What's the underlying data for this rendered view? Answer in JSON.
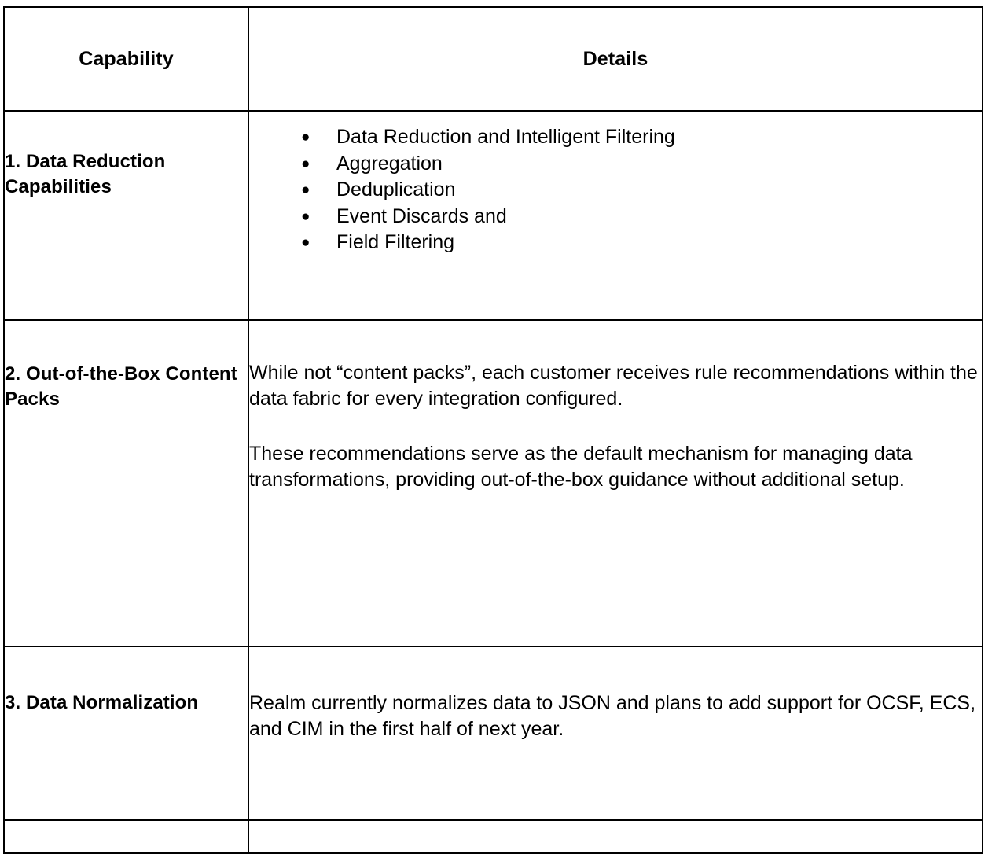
{
  "table": {
    "columns": [
      {
        "key": "capability",
        "header": "Capability"
      },
      {
        "key": "details",
        "header": "Details"
      }
    ],
    "rows": [
      {
        "capability": "1. Data Reduction Capabilities",
        "details_type": "bullets",
        "bullets": [
          "Data Reduction and Intelligent Filtering",
          "Aggregation",
          "Deduplication",
          "Event Discards and",
          "Field Filtering"
        ],
        "bullet_glyph": "●"
      },
      {
        "capability": "2. Out-of-the-Box Content Packs",
        "details_type": "paragraphs",
        "paragraphs": [
          "While not “content packs”, each customer receives rule recommendations within the data fabric for every integration configured.",
          "These recommendations serve as the default mechanism for managing data transformations, providing out-of-the-box guidance without additional setup."
        ]
      },
      {
        "capability": "3. Data Normalization",
        "details_type": "paragraphs",
        "paragraphs": [
          "Realm currently normalizes data to JSON and plans to add support for OCSF, ECS, and CIM in the first half of next year."
        ]
      },
      {
        "capability": "",
        "details_type": "paragraphs",
        "paragraphs": [
          ""
        ]
      }
    ]
  },
  "style": {
    "border_color": "#000000",
    "text_color": "#000000",
    "background": "#ffffff"
  }
}
